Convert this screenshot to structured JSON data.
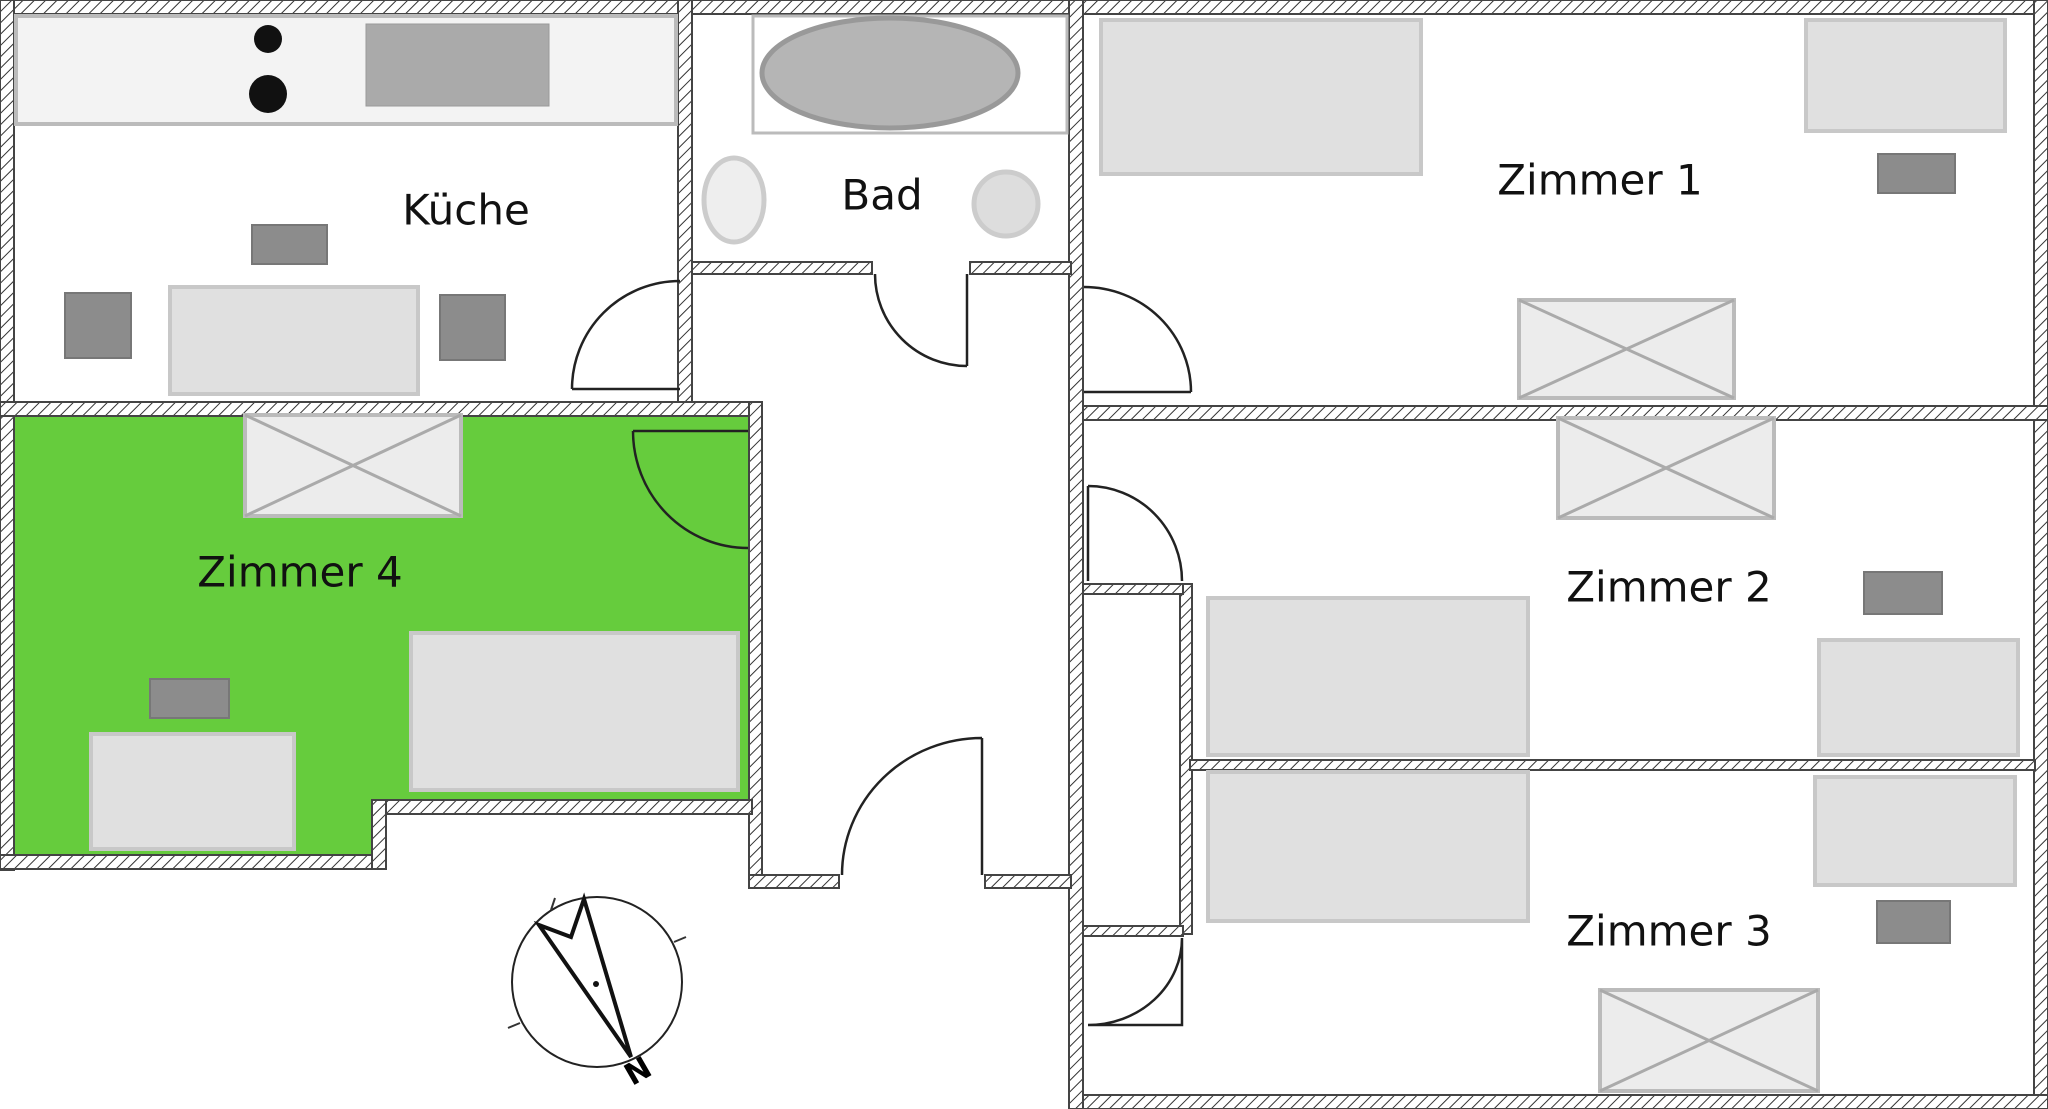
{
  "rooms": {
    "kitchen": "Küche",
    "bath": "Bad",
    "room1": "Zimmer 1",
    "room2": "Zimmer 2",
    "room3": "Zimmer 3",
    "room4": "Zimmer 4"
  },
  "compass": {
    "label": "N"
  },
  "colors": {
    "highlight": "#66cc3d",
    "wall": "#444444",
    "furniture": "#e0e0e0"
  }
}
